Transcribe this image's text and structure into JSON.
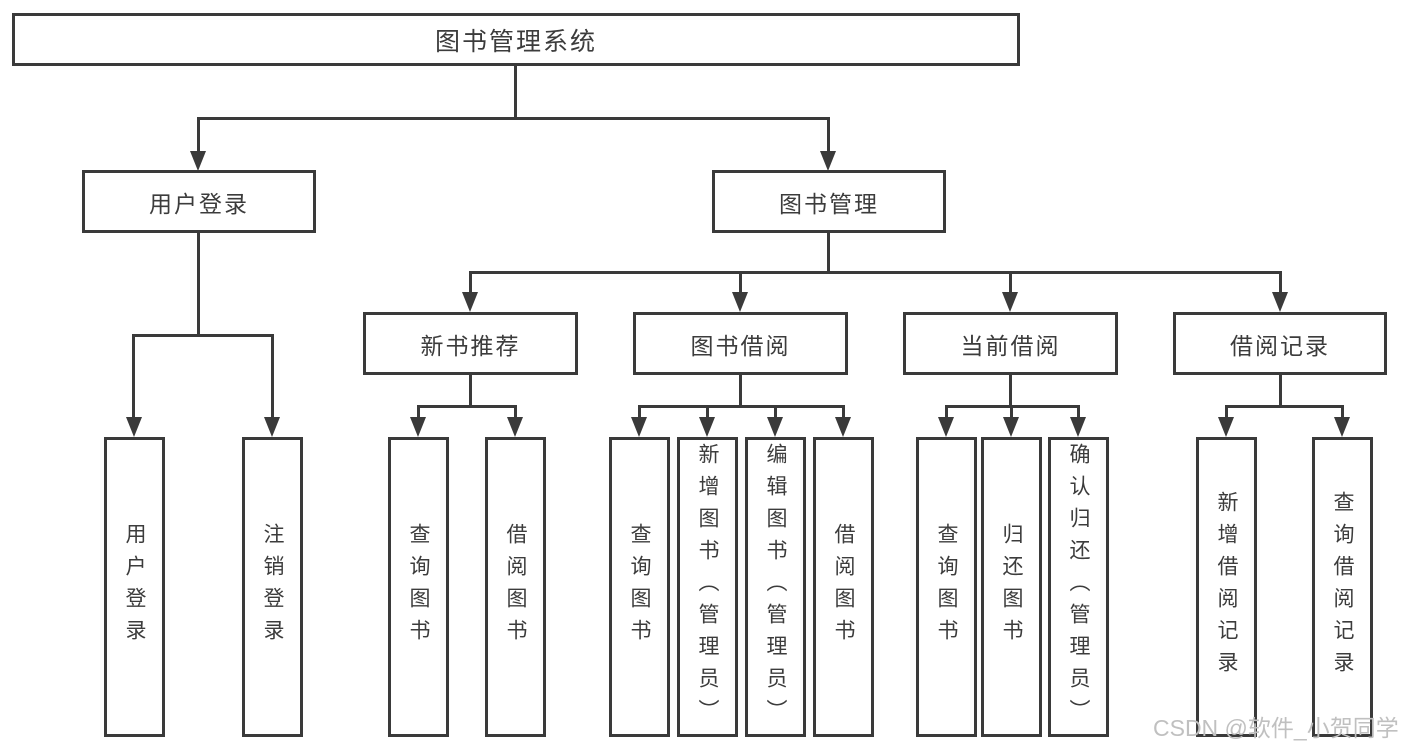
{
  "diagram": {
    "root": "图书管理系统",
    "level2": [
      "用户登录",
      "图书管理"
    ],
    "level3": [
      "新书推荐",
      "图书借阅",
      "当前借阅",
      "借阅记录"
    ],
    "leaves": {
      "login": [
        "用户登录",
        "注销登录"
      ],
      "recommend": [
        "查询图书",
        "借阅图书"
      ],
      "borrow": [
        "查询图书",
        "新增图书（管理员）",
        "编辑图书（管理员）",
        "借阅图书"
      ],
      "current": [
        "查询图书",
        "归还图书",
        "确认归还（管理员）"
      ],
      "records": [
        "新增借阅记录",
        "查询借阅记录"
      ]
    }
  },
  "watermark": {
    "text": "CSDN @软件_小贺同学"
  },
  "colors": {
    "line": "#3a3a3a",
    "text": "#3c3c3c",
    "watermark": "#c0c0c0",
    "background": "#ffffff"
  }
}
